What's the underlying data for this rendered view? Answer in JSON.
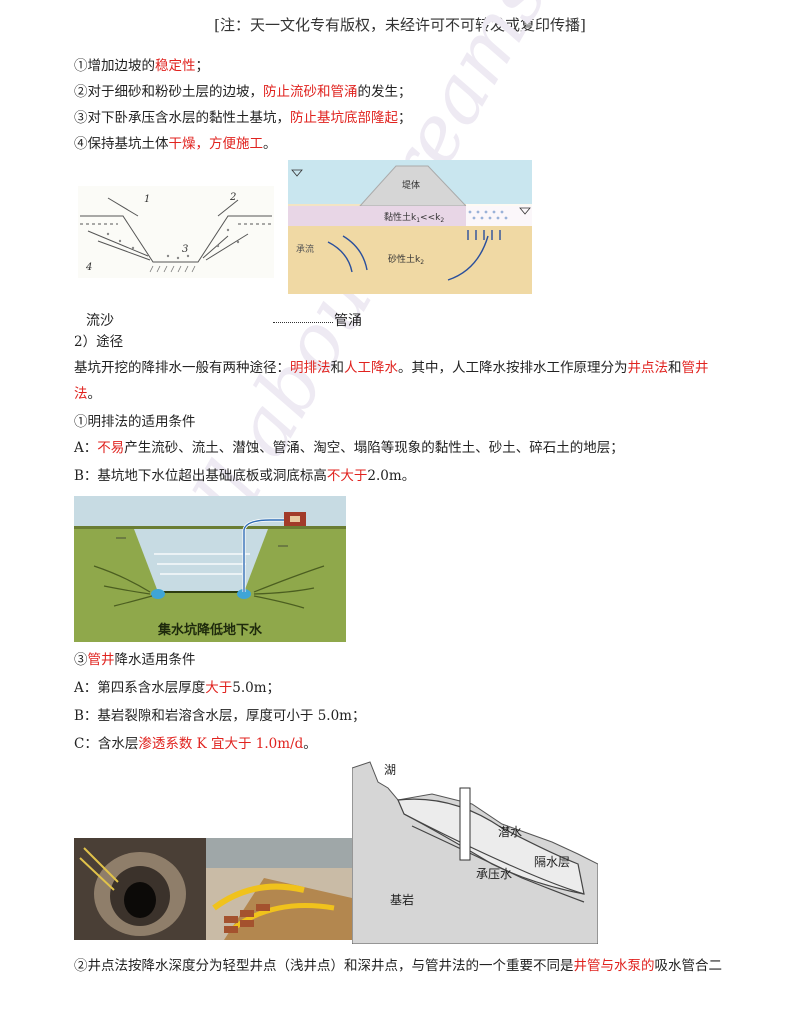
{
  "notice": "[注：天一文化专有版权，未经许可不可转发或复印传播]",
  "watermark": "All about dreams",
  "purpose": [
    {
      "pre": "①增加边坡的",
      "red": "稳定性",
      "post": "；"
    },
    {
      "pre": "②对于细砂和粉砂土层的边坡，",
      "red": "防止流砂和管涌",
      "post": "的发生；"
    },
    {
      "pre": "③对下卧承压含水层的黏性土基坑，",
      "red": "防止基坑底部隆起",
      "post": "；"
    },
    {
      "pre": "④保持基坑土体",
      "red": "干燥，方便施工",
      "post": "。"
    }
  ],
  "fig1": {
    "labels": [
      "1",
      "2",
      "3",
      "4"
    ],
    "caption": "流沙"
  },
  "fig2": {
    "embankment": "堤体",
    "clay": "黏性土k",
    "clay_sub": "1",
    "clay_rel": "<<k",
    "clay_sub2": "2",
    "sand": "砂性土k",
    "sand_sub": "2",
    "left_label": "承流",
    "caption": "管涌"
  },
  "section2": {
    "title": "2）途径",
    "line1": {
      "pre": "基坑开挖的降排水一般有两种途径：",
      "r1": "明排法",
      "mid1": "和",
      "r2": "人工降水",
      "mid2": "。其中，人工降水按排水工作原理分为",
      "r3": "井点法",
      "mid3": "和",
      "r4": "管井"
    },
    "line1b": {
      "red": "法",
      "post": "。"
    },
    "sub1": "①明排法的适用条件",
    "a": {
      "pre": "A：",
      "red": "不易",
      "post": "产生流砂、流土、潜蚀、管涌、淘空、塌陷等现象的黏性土、砂土、碎石土的地层；"
    },
    "b": {
      "pre": "B：基坑地下水位超出基础底板或洞底标高",
      "red": "不大于",
      "post": "2.0m。"
    }
  },
  "fig3": {
    "caption": "集水坑降低地下水"
  },
  "section3": {
    "title": {
      "pre": "③",
      "red": "管井",
      "post": "降水适用条件"
    },
    "a": {
      "pre": "A：第四系含水层厚度",
      "red": "大于",
      "post": "5.0m；"
    },
    "b": "B：基岩裂隙和岩溶含水层，厚度可小于 5.0m；",
    "c": {
      "pre": "C：含水层",
      "red": "渗透系数 K 宜大于 1.0m/d",
      "post": "。"
    }
  },
  "fig5": {
    "lake": "湖",
    "phreatic": "潜水",
    "aquitard": "隔水层",
    "confined": "承压水",
    "bedrock": "基岩"
  },
  "footer": {
    "pre": "②井点法按降水深度分为轻型井点（浅井点）和深井点，与管井法的一个重要不同是",
    "red": "井管与水泵的",
    "post": "吸水管合二"
  }
}
